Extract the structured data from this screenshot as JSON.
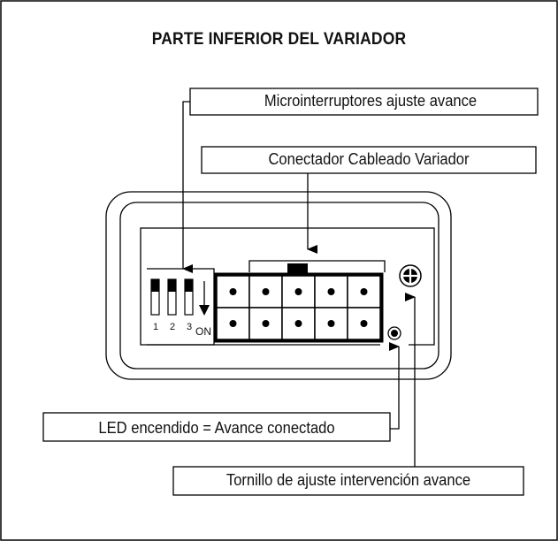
{
  "title": "PARTE INFERIOR DEL VARIADOR",
  "labels": {
    "microswitches": "Microinterruptores ajuste avance",
    "connector": "Conectador Cableado Variador",
    "led": "LED encendido = Avance conectado",
    "screw": "Tornillo de ajuste intervención avance"
  },
  "dip_switch": {
    "numbers": [
      "1",
      "2",
      "3"
    ],
    "on_label": "ON"
  },
  "connector": {
    "rows": 2,
    "columns": 5
  }
}
